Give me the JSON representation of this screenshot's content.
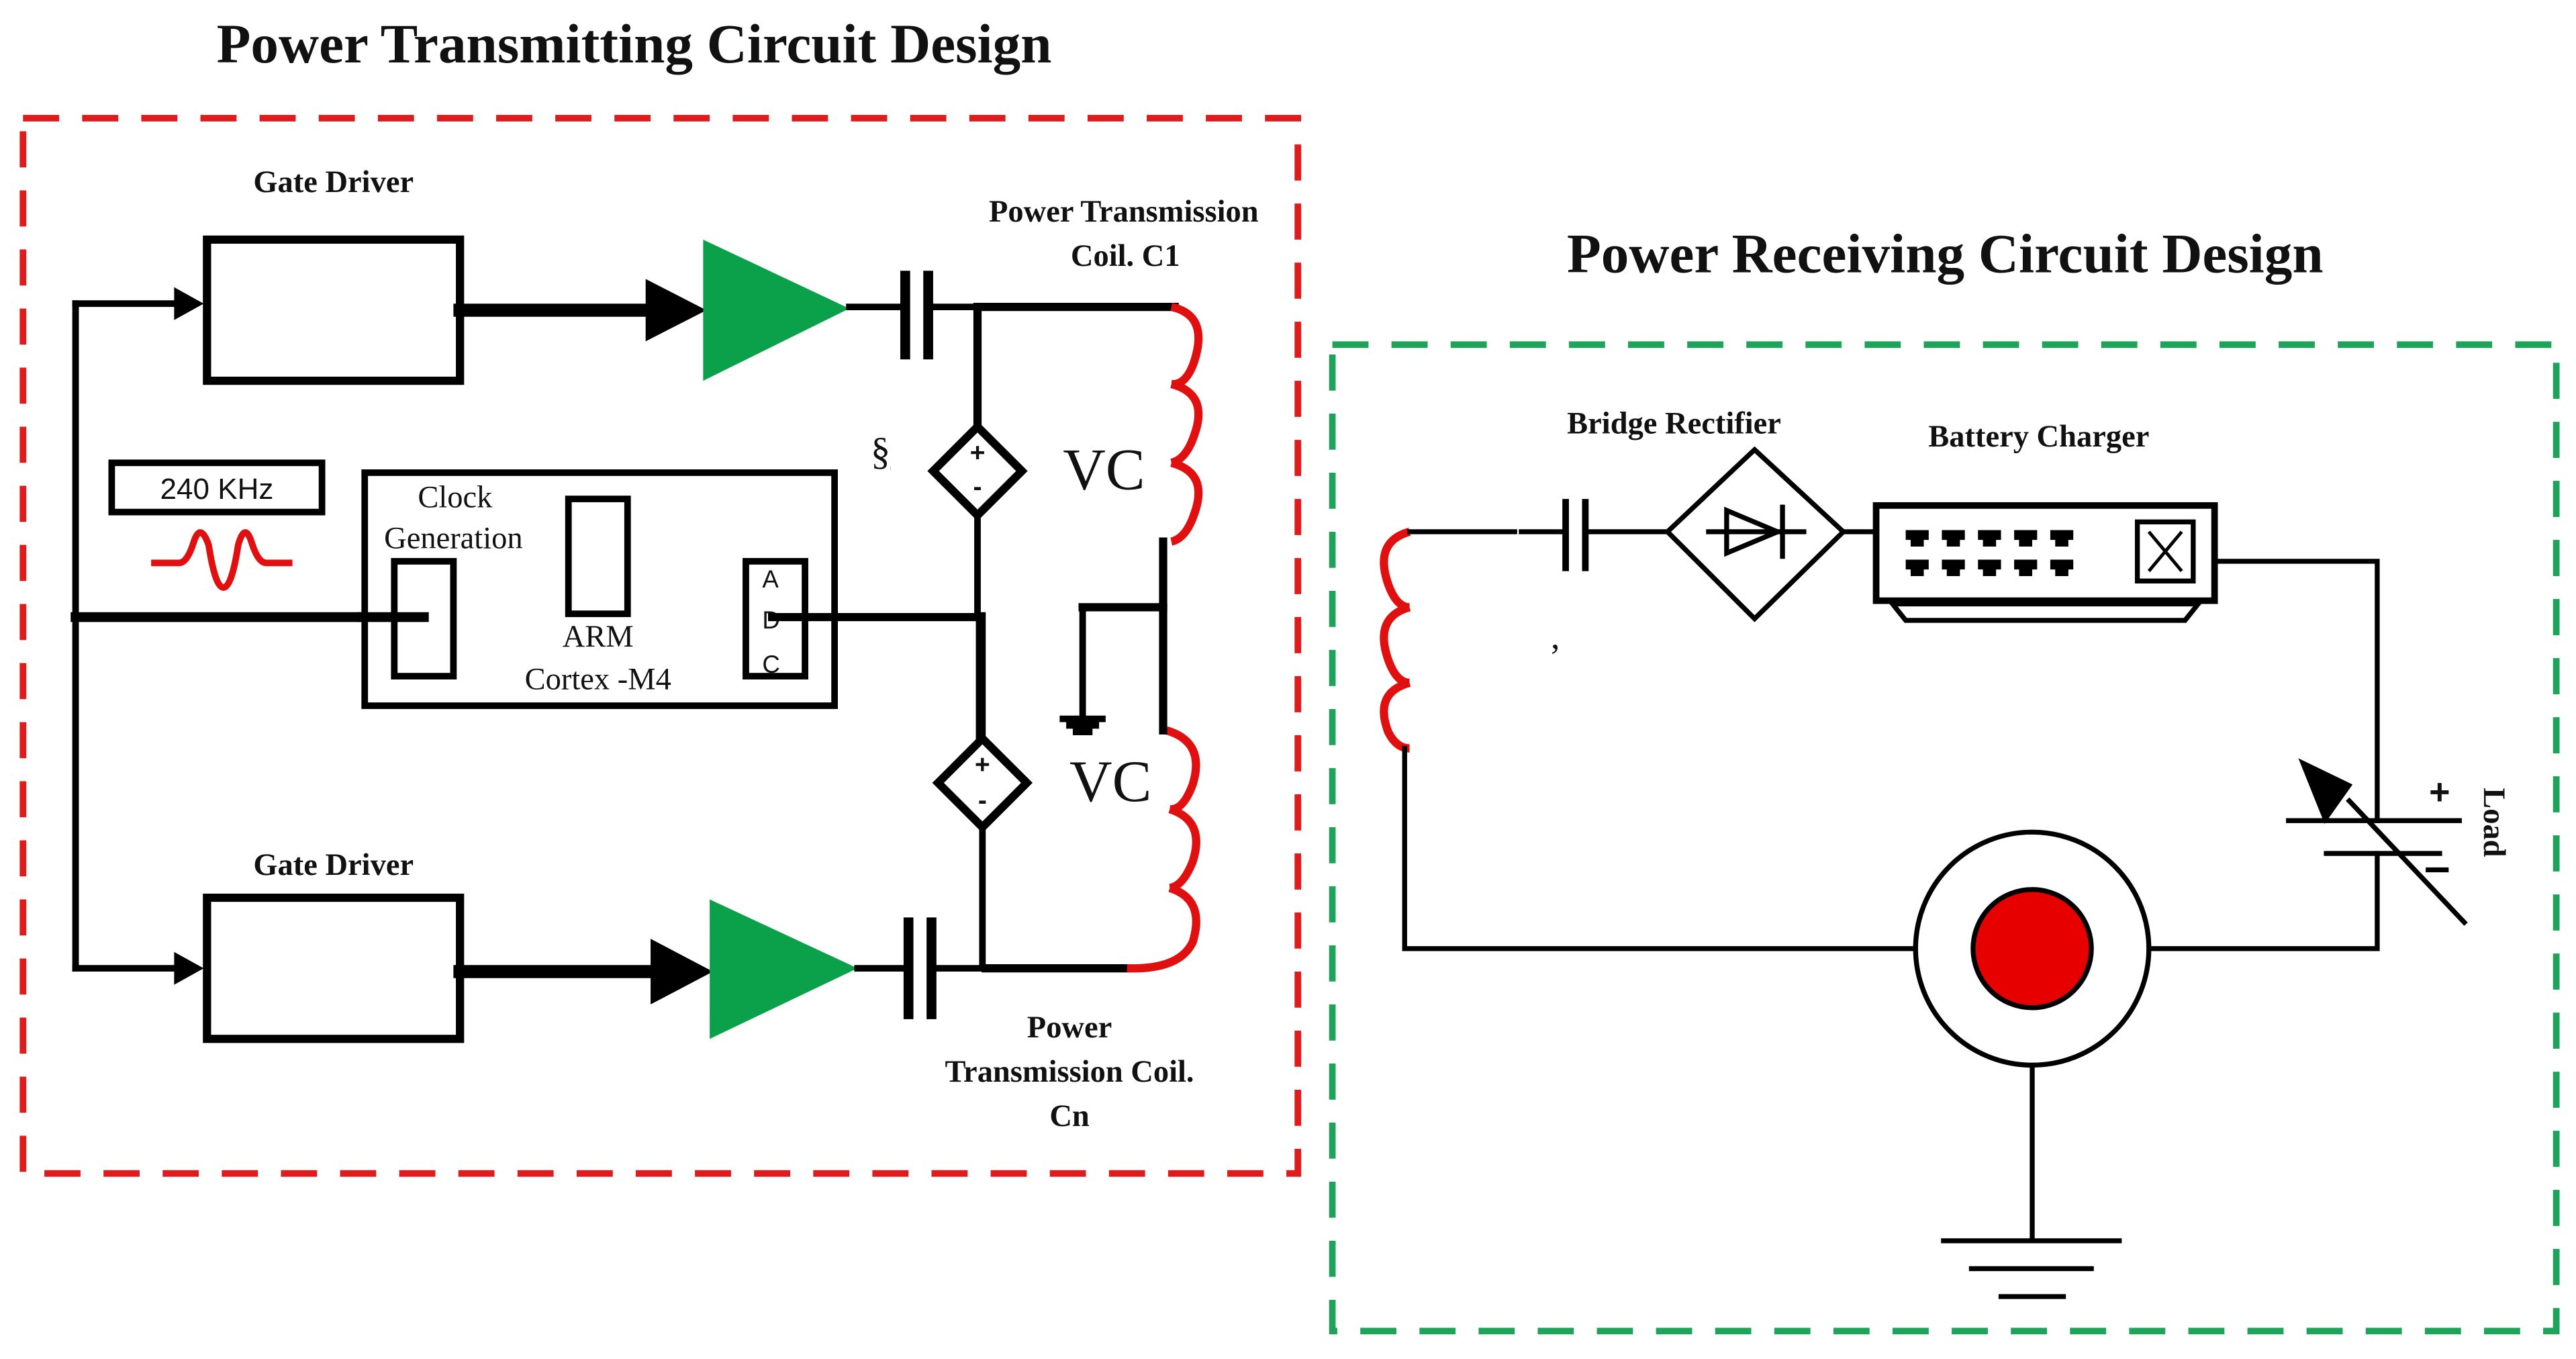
{
  "transmitter": {
    "title": "Power Transmitting Circuit Design",
    "border_color": "#e01b1b",
    "gate_driver_top_label": "Gate Driver",
    "gate_driver_bottom_label": "Gate Driver",
    "oscillator_label": "240 KHz",
    "clock_label_line1": "Clock",
    "clock_label_line2": "Generation",
    "mcu_label_line1": "ARM",
    "mcu_label_line2": "Cortex -M4",
    "adc_letters": [
      "A",
      "D",
      "C"
    ],
    "source_symbol": "§",
    "vc_top_label": "VC",
    "vc_bottom_label": "VC",
    "coil_top_label_line1": "Power Transmission",
    "coil_top_label_line2": "Coil. C1",
    "coil_bottom_label_line1": "Power",
    "coil_bottom_label_line2": "Transmission Coil.",
    "coil_bottom_label_line3": "Cn",
    "amplifier_color": "#0aa14a",
    "coil_color": "#e01010"
  },
  "receiver": {
    "title": "Power Receiving Circuit Design",
    "border_color": "#1fa35a",
    "bridge_rectifier_label": "Bridge Rectifier",
    "battery_charger_label": "Battery Charger",
    "stray_mark": ",",
    "load_label": "Load",
    "plus_sign": "+",
    "minus_sign": "−",
    "indicator_color": "#e60000"
  }
}
